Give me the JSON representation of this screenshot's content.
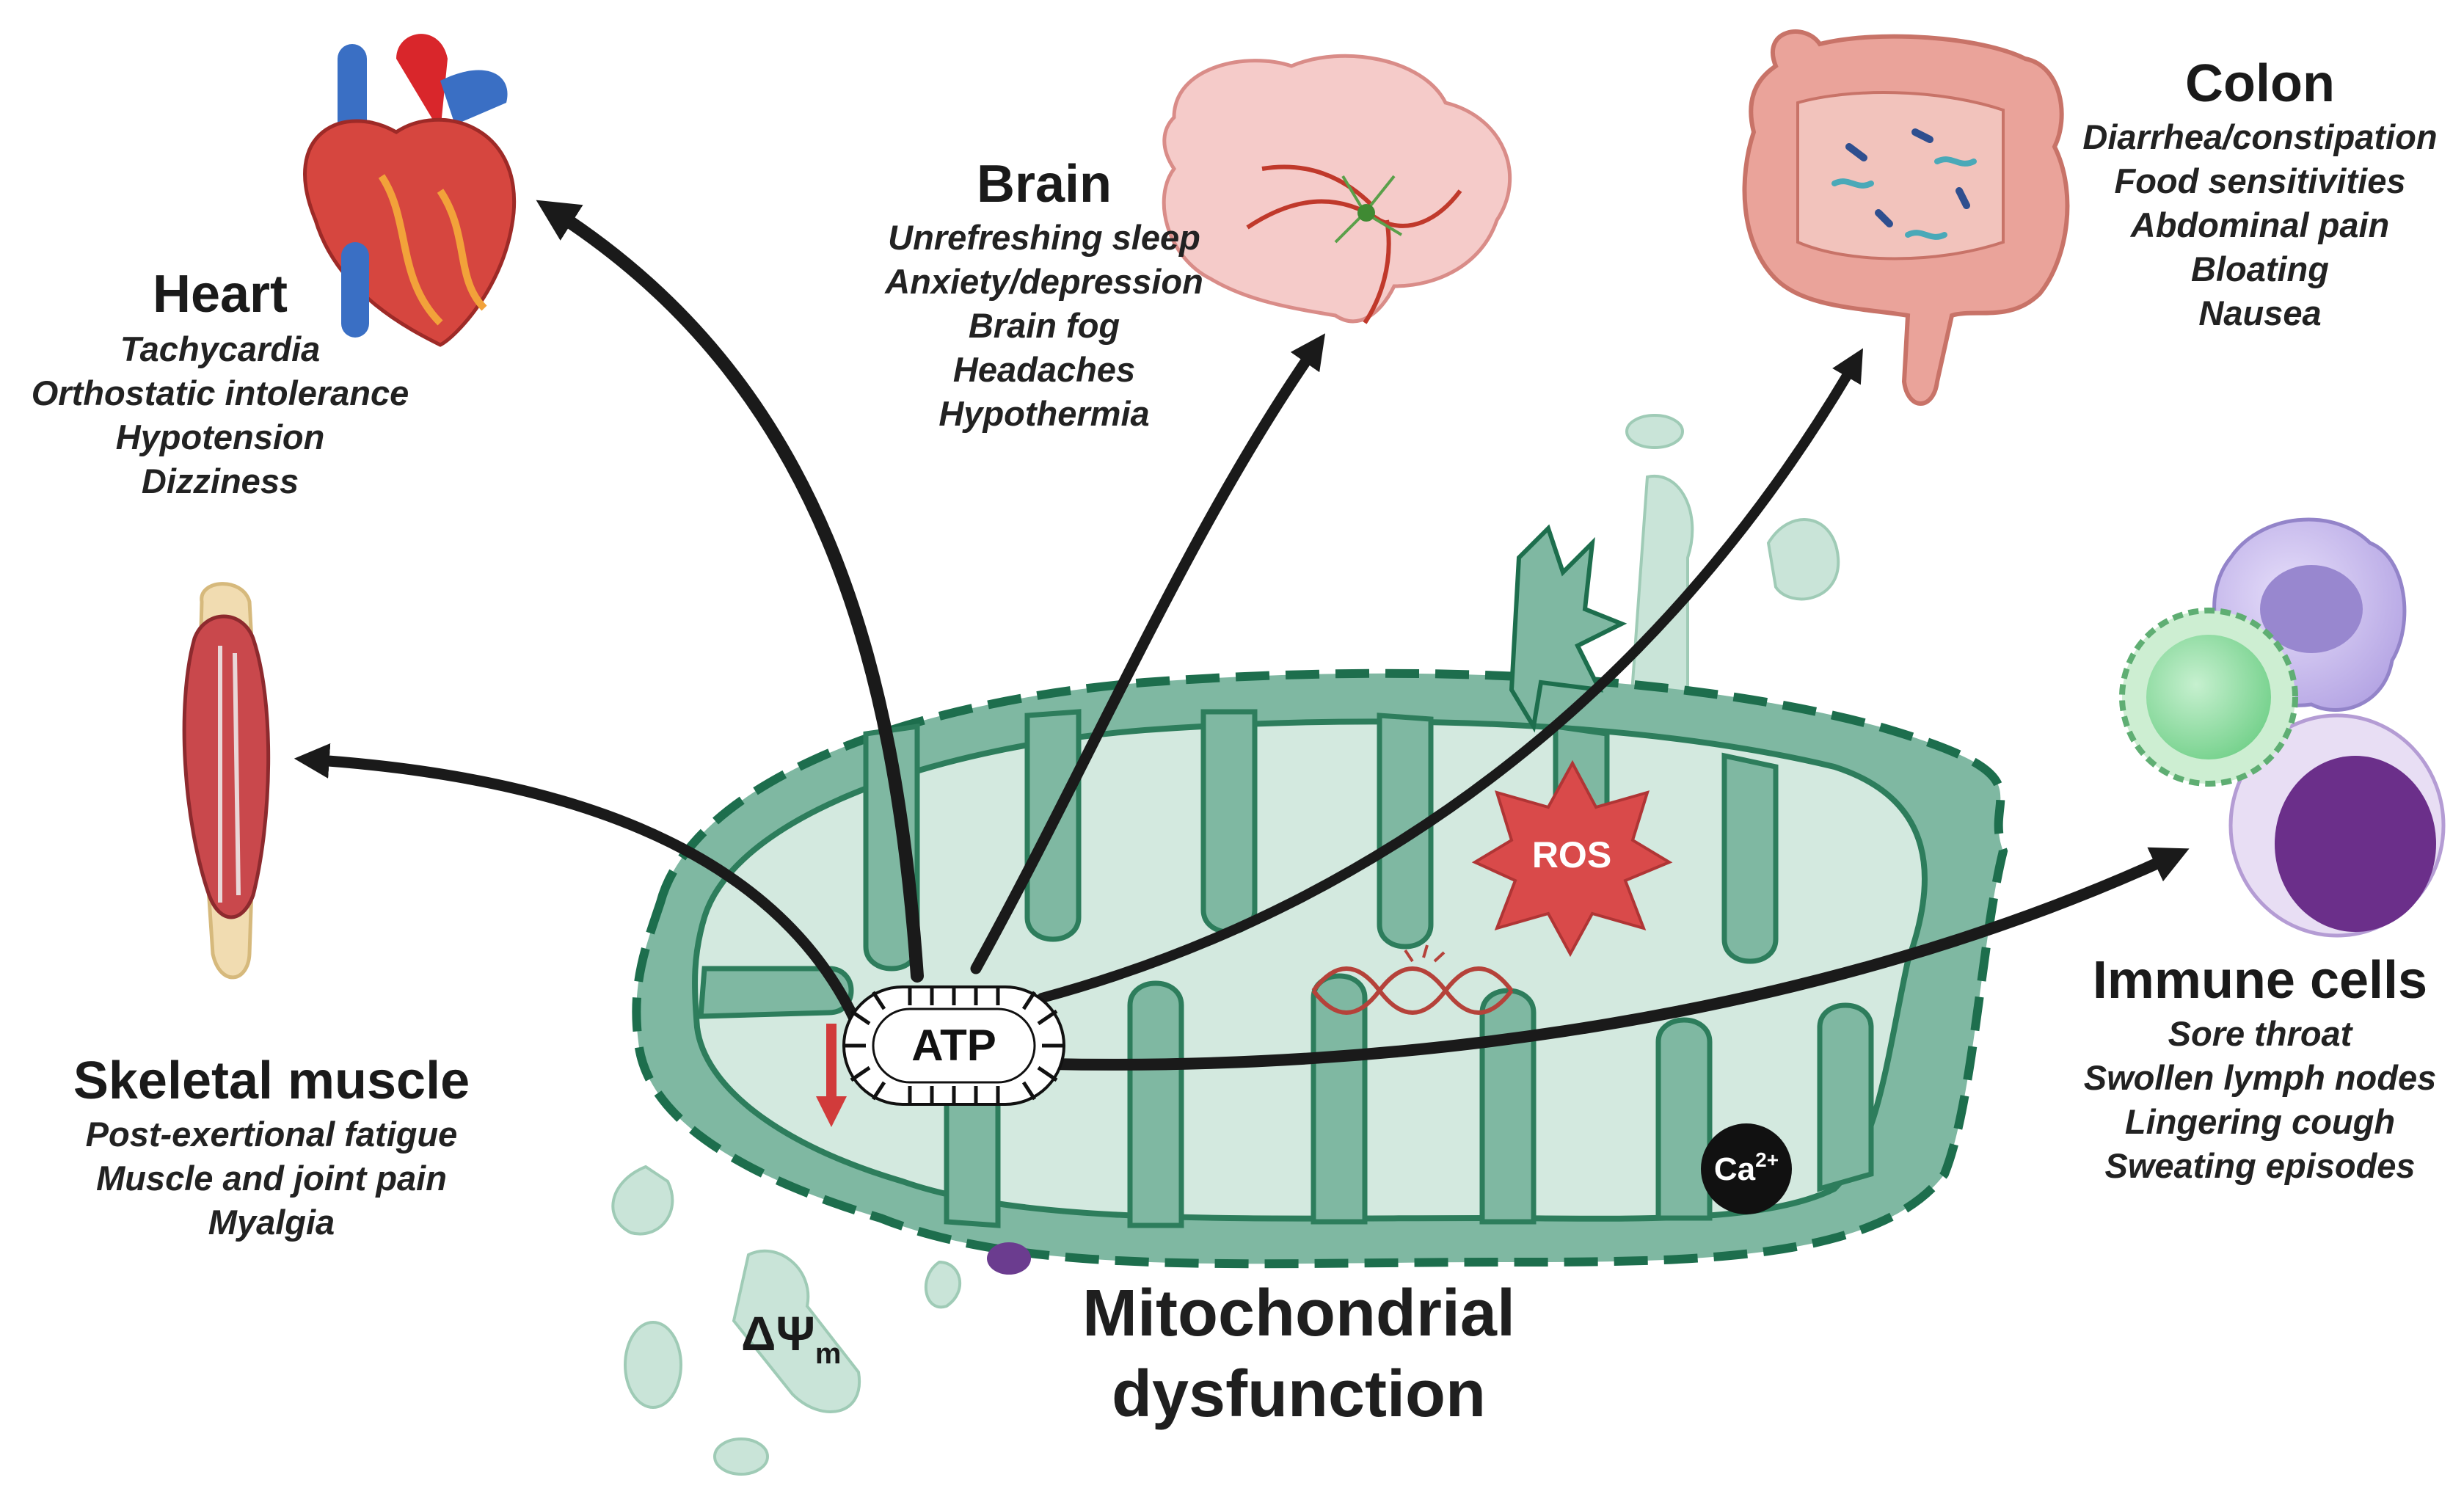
{
  "diagram": {
    "center_title": [
      "Mitochondrial",
      "dysfunction"
    ],
    "center_labels": {
      "atp": "ATP",
      "ros": "ROS",
      "calcium": "Ca",
      "calcium_sup": "2+",
      "membrane_potential": "ΔΨ",
      "membrane_potential_sub": "m"
    },
    "organs": [
      {
        "id": "heart",
        "title": "Heart",
        "icon": "heart-icon",
        "symptoms": [
          "Tachycardia",
          "Orthostatic intolerance",
          "Hypotension",
          "Dizziness"
        ]
      },
      {
        "id": "brain",
        "title": "Brain",
        "icon": "brain-icon",
        "symptoms": [
          "Unrefreshing sleep",
          "Anxiety/depression",
          "Brain fog",
          "Headaches",
          "Hypothermia"
        ]
      },
      {
        "id": "colon",
        "title": "Colon",
        "icon": "colon-icon",
        "symptoms": [
          "Diarrhea/constipation",
          "Food sensitivities",
          "Abdominal pain",
          "Bloating",
          "Nausea"
        ]
      },
      {
        "id": "skeletal_muscle",
        "title": "Skeletal muscle",
        "icon": "muscle-icon",
        "symptoms": [
          "Post-exertional fatigue",
          "Muscle and joint pain",
          "Myalgia"
        ]
      },
      {
        "id": "immune_cells",
        "title": "Immune cells",
        "icon": "immune-cells-icon",
        "symptoms": [
          "Sore throat",
          "Swollen lymph nodes",
          "Lingering cough",
          "Sweating episodes"
        ]
      }
    ],
    "colors": {
      "mito_fill": "#7fb8a2",
      "mito_inner": "#d3e9df",
      "mito_outline": "#1d6e4d",
      "arrow": "#1a1a1a",
      "ros": "#d94a4a",
      "down_arrow": "#d13b3b"
    }
  }
}
